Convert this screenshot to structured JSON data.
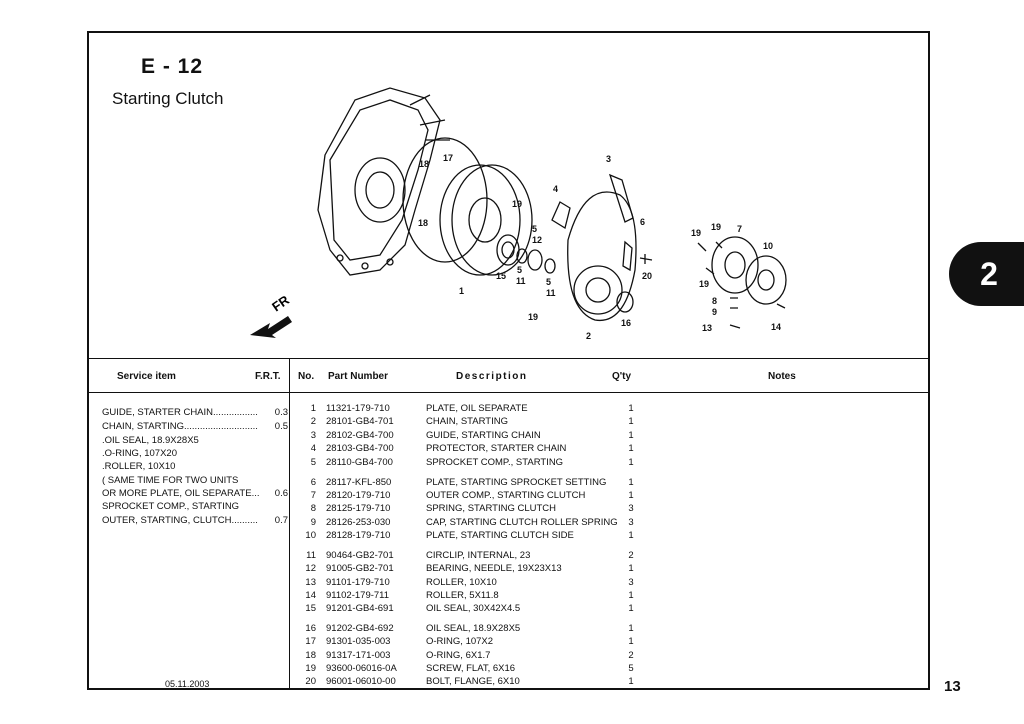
{
  "header": {
    "code": "E - 12",
    "title": "Starting Clutch"
  },
  "section_tab": "2",
  "page_number": "13",
  "footer_date": "05.11.2003",
  "diagram": {
    "callouts": [
      "17",
      "18",
      "18",
      "1",
      "19",
      "4",
      "3",
      "5",
      "12",
      "15",
      "11",
      "5",
      "11",
      "5",
      "19",
      "2",
      "6",
      "20",
      "16",
      "19",
      "19",
      "7",
      "10",
      "19",
      "8",
      "9",
      "13",
      "14"
    ],
    "direction_label": "FR"
  },
  "table_headers": {
    "service_item": "Service item",
    "frt": "F.R.T.",
    "no": "No.",
    "part_number": "Part Number",
    "description": "Description",
    "qty": "Q'ty",
    "notes": "Notes"
  },
  "service_items": [
    {
      "name": "GUIDE, STARTER CHAIN.................",
      "frt": "0.3"
    },
    {
      "name": "CHAIN, STARTING............................",
      "frt": "0.5"
    },
    {
      "name": ".OIL SEAL, 18.9X28X5",
      "frt": ""
    },
    {
      "name": ".O-RING, 107X20",
      "frt": ""
    },
    {
      "name": ".ROLLER, 10X10",
      "frt": ""
    },
    {
      "name": "( SAME TIME FOR TWO UNITS",
      "frt": ""
    },
    {
      "name": "OR MORE PLATE, OIL SEPARATE...",
      "frt": "0.6"
    },
    {
      "name": "SPROCKET COMP., STARTING",
      "frt": ""
    },
    {
      "name": "OUTER, STARTING, CLUTCH..........",
      "frt": "0.7"
    }
  ],
  "parts": [
    {
      "no": "1",
      "part": "11321-179-710",
      "desc": "PLATE, OIL SEPARATE",
      "qty": "1"
    },
    {
      "no": "2",
      "part": "28101-GB4-701",
      "desc": "CHAIN, STARTING",
      "qty": "1"
    },
    {
      "no": "3",
      "part": "28102-GB4-700",
      "desc": "GUIDE, STARTING CHAIN",
      "qty": "1"
    },
    {
      "no": "4",
      "part": "28103-GB4-700",
      "desc": "PROTECTOR, STARTER CHAIN",
      "qty": "1"
    },
    {
      "no": "5",
      "part": "28110-GB4-700",
      "desc": "SPROCKET COMP., STARTING",
      "qty": "1"
    },
    {
      "no": "6",
      "part": "28117-KFL-850",
      "desc": "PLATE, STARTING SPROCKET SETTING",
      "qty": "1"
    },
    {
      "no": "7",
      "part": "28120-179-710",
      "desc": "OUTER COMP., STARTING CLUTCH",
      "qty": "1"
    },
    {
      "no": "8",
      "part": "28125-179-710",
      "desc": "SPRING, STARTING CLUTCH",
      "qty": "3"
    },
    {
      "no": "9",
      "part": "28126-253-030",
      "desc": "CAP, STARTING CLUTCH ROLLER SPRING",
      "qty": "3"
    },
    {
      "no": "10",
      "part": "28128-179-710",
      "desc": "PLATE, STARTING CLUTCH SIDE",
      "qty": "1"
    },
    {
      "no": "11",
      "part": "90464-GB2-701",
      "desc": "CIRCLIP, INTERNAL, 23",
      "qty": "2"
    },
    {
      "no": "12",
      "part": "91005-GB2-701",
      "desc": "BEARING, NEEDLE, 19X23X13",
      "qty": "1"
    },
    {
      "no": "13",
      "part": "91101-179-710",
      "desc": "ROLLER, 10X10",
      "qty": "3"
    },
    {
      "no": "14",
      "part": "91102-179-711",
      "desc": "ROLLER, 5X11.8",
      "qty": "1"
    },
    {
      "no": "15",
      "part": "91201-GB4-691",
      "desc": "OIL SEAL, 30X42X4.5",
      "qty": "1"
    },
    {
      "no": "16",
      "part": "91202-GB4-692",
      "desc": "OIL SEAL, 18.9X28X5",
      "qty": "1"
    },
    {
      "no": "17",
      "part": "91301-035-003",
      "desc": "O-RING, 107X2",
      "qty": "1"
    },
    {
      "no": "18",
      "part": "91317-171-003",
      "desc": "O-RING, 6X1.7",
      "qty": "2"
    },
    {
      "no": "19",
      "part": "93600-06016-0A",
      "desc": "SCREW, FLAT, 6X16",
      "qty": "5"
    },
    {
      "no": "20",
      "part": "96001-06010-00",
      "desc": "BOLT, FLANGE, 6X10",
      "qty": "1"
    }
  ]
}
